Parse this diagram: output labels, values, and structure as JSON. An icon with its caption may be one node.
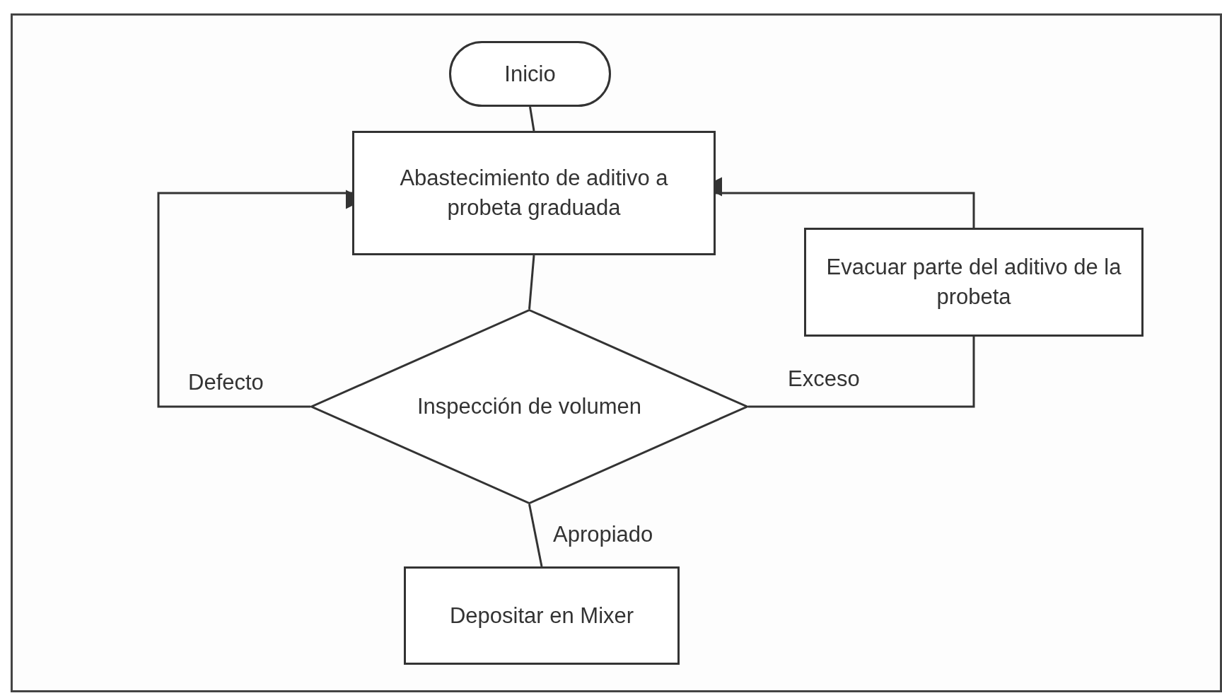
{
  "diagram": {
    "nodes": [
      {
        "text": [
          "Inicio"
        ]
      },
      {
        "text": [
          "Abastecimiento de aditivo a probeta graduada"
        ]
      },
      {
        "text": [
          "Inspección de volumen"
        ]
      },
      {
        "text": [
          "Evacuar parte del aditivo de la probeta"
        ]
      },
      {
        "text": [
          "Depositar en Mixer"
        ]
      }
    ],
    "edges": [
      {
        "from": 0,
        "to": 1,
        "arrow": "none"
      },
      {
        "from": 1,
        "to": 2,
        "arrow": "none"
      },
      {
        "from": 2,
        "to": 1,
        "arrow": "to",
        "label": "Defecto"
      },
      {
        "from": 2,
        "to": 3,
        "arrow": "none",
        "label": "Exceso"
      },
      {
        "from": 3,
        "to": 1,
        "arrow": "to"
      },
      {
        "from": 2,
        "to": 4,
        "arrow": "none",
        "label": "Apropiado"
      }
    ]
  }
}
